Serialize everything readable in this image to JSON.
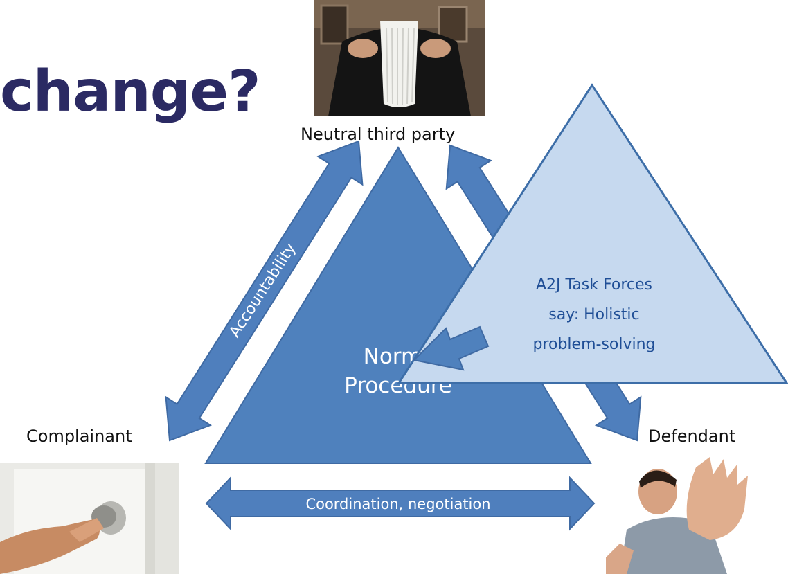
{
  "slide": {
    "title": "change?",
    "neutral_label": "Neutral third party",
    "complainant_label": "Complainant",
    "defendant_label": "Defendant",
    "accountability_label": "Accountability",
    "coordination_label": "Coordination, negotiation",
    "central_triangle_line1": "Norms",
    "central_triangle_line2": "Procedure",
    "overlay_line1": "A2J Task Forces",
    "overlay_line2": "say: Holistic",
    "overlay_line3": "problem-solving"
  },
  "colors": {
    "title": "#2b2a63",
    "arrow_fill": "#4f7fbd",
    "arrow_stroke": "#3f6aa3",
    "triangle_fill": "#4f81bd",
    "overlay_fill": "#c6d9ef",
    "overlay_stroke": "#3d6ea8",
    "overlay_text": "#1f4e96"
  },
  "images": [
    "judge-photo",
    "door-handle-photo",
    "defensive-man-photo"
  ]
}
